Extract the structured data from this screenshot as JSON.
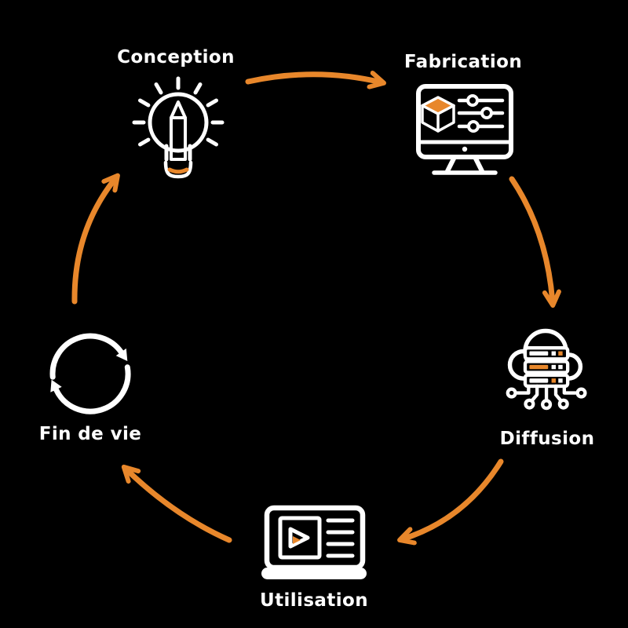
{
  "colors": {
    "background": "#000000",
    "foreground": "#ffffff",
    "accent": "#E8872B"
  },
  "diagram": {
    "type": "cycle",
    "direction": "clockwise",
    "stages": [
      {
        "label": "Conception",
        "icon": "lightbulb-pencil-icon"
      },
      {
        "label": "Fabrication",
        "icon": "monitor-3d-settings-icon"
      },
      {
        "label": "Diffusion",
        "icon": "cloud-server-network-icon"
      },
      {
        "label": "Utilisation",
        "icon": "laptop-video-player-icon"
      },
      {
        "label": "Fin de vie",
        "icon": "recycle-refresh-arrows-icon"
      }
    ],
    "arrows": [
      {
        "from": "Conception",
        "to": "Fabrication"
      },
      {
        "from": "Fabrication",
        "to": "Diffusion"
      },
      {
        "from": "Diffusion",
        "to": "Utilisation"
      },
      {
        "from": "Utilisation",
        "to": "Fin de vie"
      },
      {
        "from": "Fin de vie",
        "to": "Conception"
      }
    ]
  }
}
